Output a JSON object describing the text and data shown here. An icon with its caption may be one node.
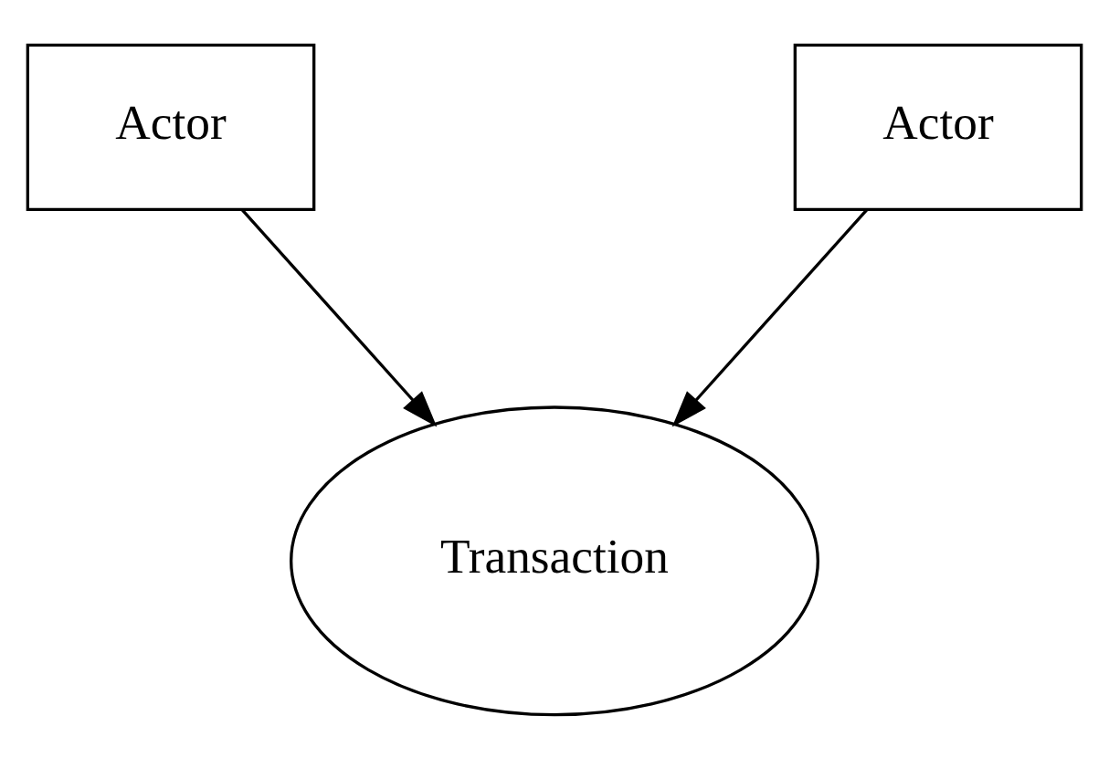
{
  "diagram": {
    "nodes": [
      {
        "text": [
          "Actor"
        ]
      },
      {
        "text": [
          "Actor"
        ]
      },
      {
        "text": [
          "Transaction"
        ]
      }
    ],
    "edges": [
      {
        "from": 0,
        "to": 2,
        "arrow": "to"
      },
      {
        "from": 1,
        "to": 2,
        "arrow": "to"
      }
    ]
  }
}
